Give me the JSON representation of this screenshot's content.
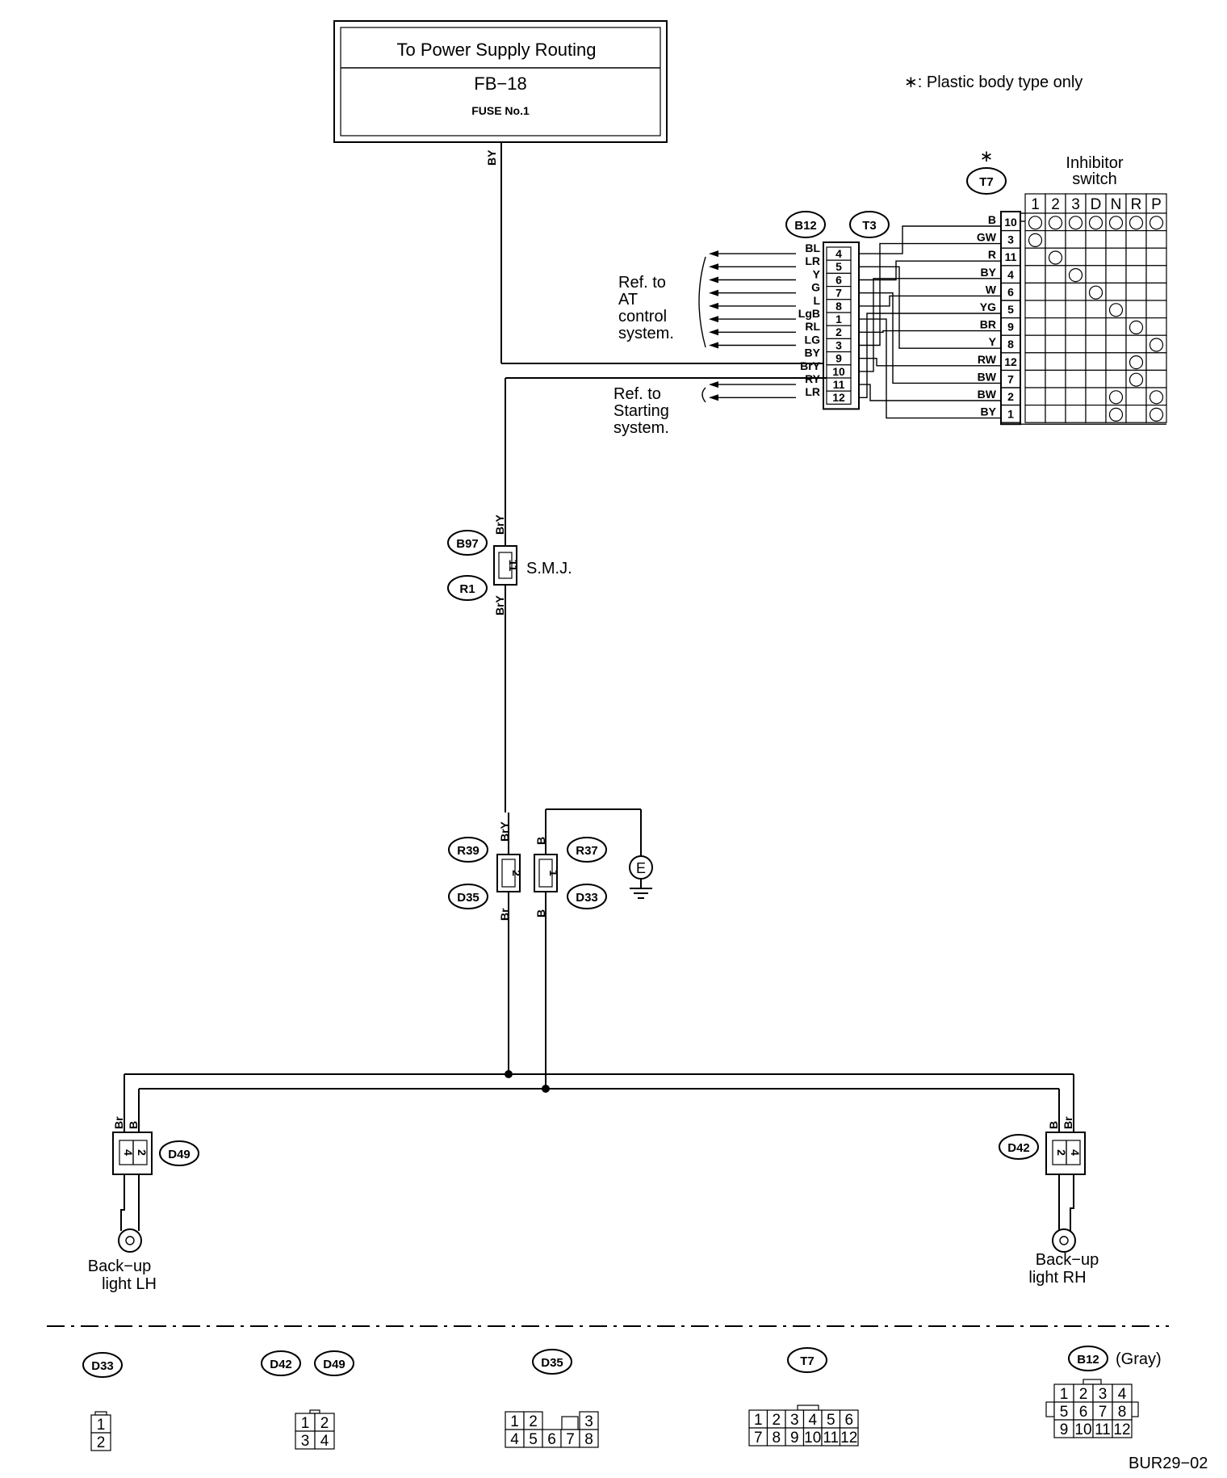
{
  "power_box": {
    "title": "To Power Supply Routing",
    "code": "FB−18",
    "fuse": "FUSE No.1"
  },
  "note": "∗: Plastic body type only",
  "inhibitor": {
    "asterisk": "∗",
    "connector": "T7",
    "title1": "Inhibitor",
    "title2": "switch",
    "positions": [
      "1",
      "2",
      "3",
      "D",
      "N",
      "R",
      "P"
    ],
    "rows": [
      {
        "wire": "B",
        "pin": "10",
        "dots": [
          1,
          1,
          1,
          1,
          1,
          1,
          1
        ]
      },
      {
        "wire": "GW",
        "pin": "3",
        "dots": [
          1,
          0,
          0,
          0,
          0,
          0,
          0
        ]
      },
      {
        "wire": "R",
        "pin": "11",
        "dots": [
          0,
          1,
          0,
          0,
          0,
          0,
          0
        ]
      },
      {
        "wire": "BY",
        "pin": "4",
        "dots": [
          0,
          0,
          1,
          0,
          0,
          0,
          0
        ]
      },
      {
        "wire": "W",
        "pin": "6",
        "dots": [
          0,
          0,
          0,
          1,
          0,
          0,
          0
        ]
      },
      {
        "wire": "YG",
        "pin": "5",
        "dots": [
          0,
          0,
          0,
          0,
          1,
          0,
          0
        ]
      },
      {
        "wire": "BR",
        "pin": "9",
        "dots": [
          0,
          0,
          0,
          0,
          0,
          1,
          0
        ]
      },
      {
        "wire": "Y",
        "pin": "8",
        "dots": [
          0,
          0,
          0,
          0,
          0,
          0,
          1
        ]
      },
      {
        "wire": "RW",
        "pin": "12",
        "dots": [
          0,
          0,
          0,
          0,
          0,
          1,
          0
        ]
      },
      {
        "wire": "BW",
        "pin": "7",
        "dots": [
          0,
          0,
          0,
          0,
          0,
          1,
          0
        ]
      },
      {
        "wire": "BW",
        "pin": "2",
        "dots": [
          0,
          0,
          0,
          0,
          1,
          0,
          1
        ]
      },
      {
        "wire": "BY",
        "pin": "1",
        "dots": [
          0,
          0,
          0,
          0,
          1,
          0,
          1
        ]
      }
    ]
  },
  "b12": {
    "label": "B12",
    "t3": "T3",
    "rows": [
      {
        "wire": "BL",
        "pin": "4"
      },
      {
        "wire": "LR",
        "pin": "5"
      },
      {
        "wire": "Y",
        "pin": "6"
      },
      {
        "wire": "G",
        "pin": "7"
      },
      {
        "wire": "L",
        "pin": "8"
      },
      {
        "wire": "LgB",
        "pin": "1"
      },
      {
        "wire": "RL",
        "pin": "2"
      },
      {
        "wire": "LG",
        "pin": "3"
      },
      {
        "wire": "BY",
        "pin": "9"
      },
      {
        "wire": "BrY",
        "pin": "10"
      },
      {
        "wire": "RY",
        "pin": "11"
      },
      {
        "wire": "LR",
        "pin": "12"
      }
    ]
  },
  "refs": {
    "at": [
      "Ref. to",
      "AT",
      "control",
      "system."
    ],
    "starting": [
      "Ref. to",
      "Starting",
      "system."
    ]
  },
  "wires": {
    "power": "BY",
    "smj_top": "BrY",
    "smj_bottom": "BrY",
    "r39": "BrY",
    "d35": "Br",
    "r37": "B",
    "d33": "B",
    "lh_br": "Br",
    "lh_b": "B",
    "rh_b": "B",
    "rh_br": "Br"
  },
  "smj": {
    "top": "B97",
    "bottom": "R1",
    "pin": "11",
    "label": "S.M.J."
  },
  "mid_conn": {
    "r39": "R39",
    "d35": "D35",
    "r37": "R37",
    "d33": "D33",
    "pin_left": "2",
    "pin_right": "1",
    "ground": "E"
  },
  "lights": {
    "lh": {
      "conn": "D49",
      "pins": [
        "4",
        "2"
      ],
      "label1": "Back−up",
      "label2": "light LH"
    },
    "rh": {
      "conn": "D42",
      "pins": [
        "2",
        "4"
      ],
      "label1": "Back−up",
      "label2": "light RH"
    }
  },
  "legend": {
    "d33": {
      "label": "D33",
      "rows": [
        [
          "1"
        ],
        [
          "2"
        ]
      ]
    },
    "d42": "D42",
    "d49": "D49",
    "d42_rows": [
      [
        "1",
        "2"
      ],
      [
        "3",
        "4"
      ]
    ],
    "d35": {
      "label": "D35",
      "top": [
        "1",
        "2",
        "3"
      ],
      "bottom": [
        "4",
        "5",
        "6",
        "7",
        "8"
      ]
    },
    "t7": {
      "label": "T7",
      "rows": [
        [
          "1",
          "2",
          "3",
          "4",
          "5",
          "6"
        ],
        [
          "7",
          "8",
          "9",
          "10",
          "11",
          "12"
        ]
      ]
    },
    "b12": {
      "label": "B12",
      "note": "(Gray)",
      "rows": [
        [
          "1",
          "2",
          "3",
          "4"
        ],
        [
          "5",
          "6",
          "7",
          "8"
        ],
        [
          "9",
          "10",
          "11",
          "12"
        ]
      ]
    }
  },
  "figure_code": "BUR29−02"
}
